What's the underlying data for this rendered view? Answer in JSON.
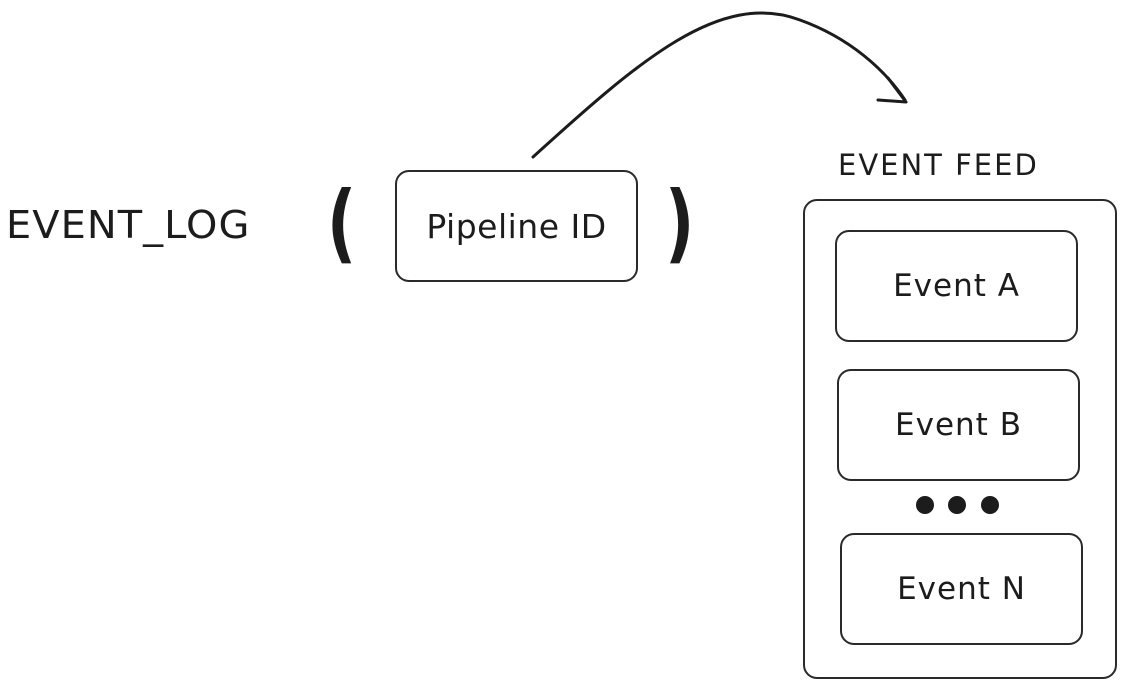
{
  "function": {
    "name": "EVENT_LOG",
    "open_paren": "(",
    "close_paren": ")",
    "parameter": "Pipeline ID"
  },
  "feed": {
    "title": "EVENT FEED",
    "events": [
      "Event A",
      "Event B",
      "Event N"
    ],
    "ellipsis_icon": "ellipsis-icon"
  },
  "connector": {
    "icon": "curved-arrow-icon",
    "color": "#1c1c1c"
  }
}
